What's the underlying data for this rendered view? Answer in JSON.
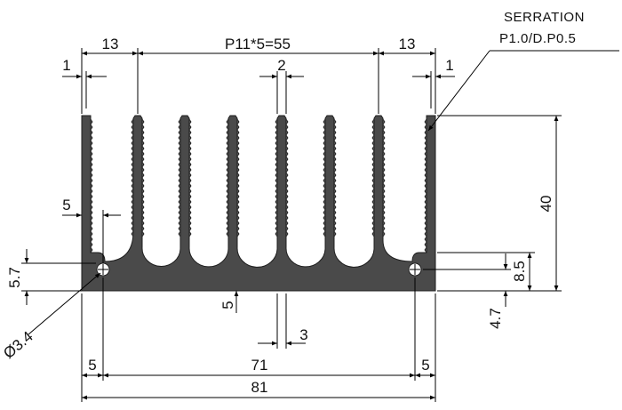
{
  "note": {
    "line1": "SERRATION",
    "line2": "P1.0/D.P0.5"
  },
  "dimensions": {
    "left_edge": "13",
    "fin_pitch": "P11*5=55",
    "right_edge": "13",
    "left_wall": "1",
    "fin_width": "2",
    "right_wall": "1",
    "height": "40",
    "lip_width": "5",
    "hole_height": "5.7",
    "hole_diameter": "Ø3.4",
    "base_thickness": "5",
    "center_gap": "3",
    "right_hole_height": "8.5",
    "right_hole_offset": "4.7",
    "bottom_left": "5",
    "hole_spacing": "71",
    "bottom_right": "5",
    "overall_width": "81"
  },
  "colors": {
    "profile_fill": "#4a4a4a",
    "line": "#000000",
    "background": "#ffffff"
  }
}
